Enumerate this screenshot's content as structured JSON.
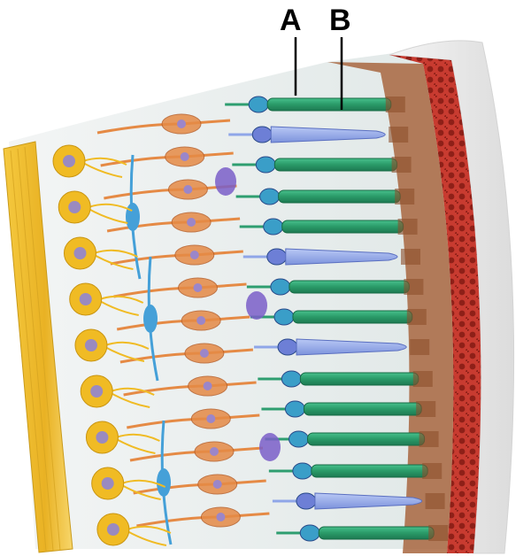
{
  "labels": {
    "a": "A",
    "b": "B"
  },
  "colors": {
    "nerve_fiber_layer": "#f2c232",
    "ganglion_cell": "#f0bb24",
    "amacrine_cell": "#45a0d8",
    "bipolar_cell": "#e58a45",
    "horizontal_cell": "#7a5ec8",
    "rod_cell": "#2e9e70",
    "cone_cell": "#8fa6e8",
    "pigment_epithelium": "#9a5a3a",
    "choroid": "#b8322a",
    "sclera": "#eeeeee",
    "callout_line": "#000000"
  },
  "icons": [
    "ganglion-cell",
    "bipolar-cell",
    "rod-cell",
    "cone-cell"
  ]
}
